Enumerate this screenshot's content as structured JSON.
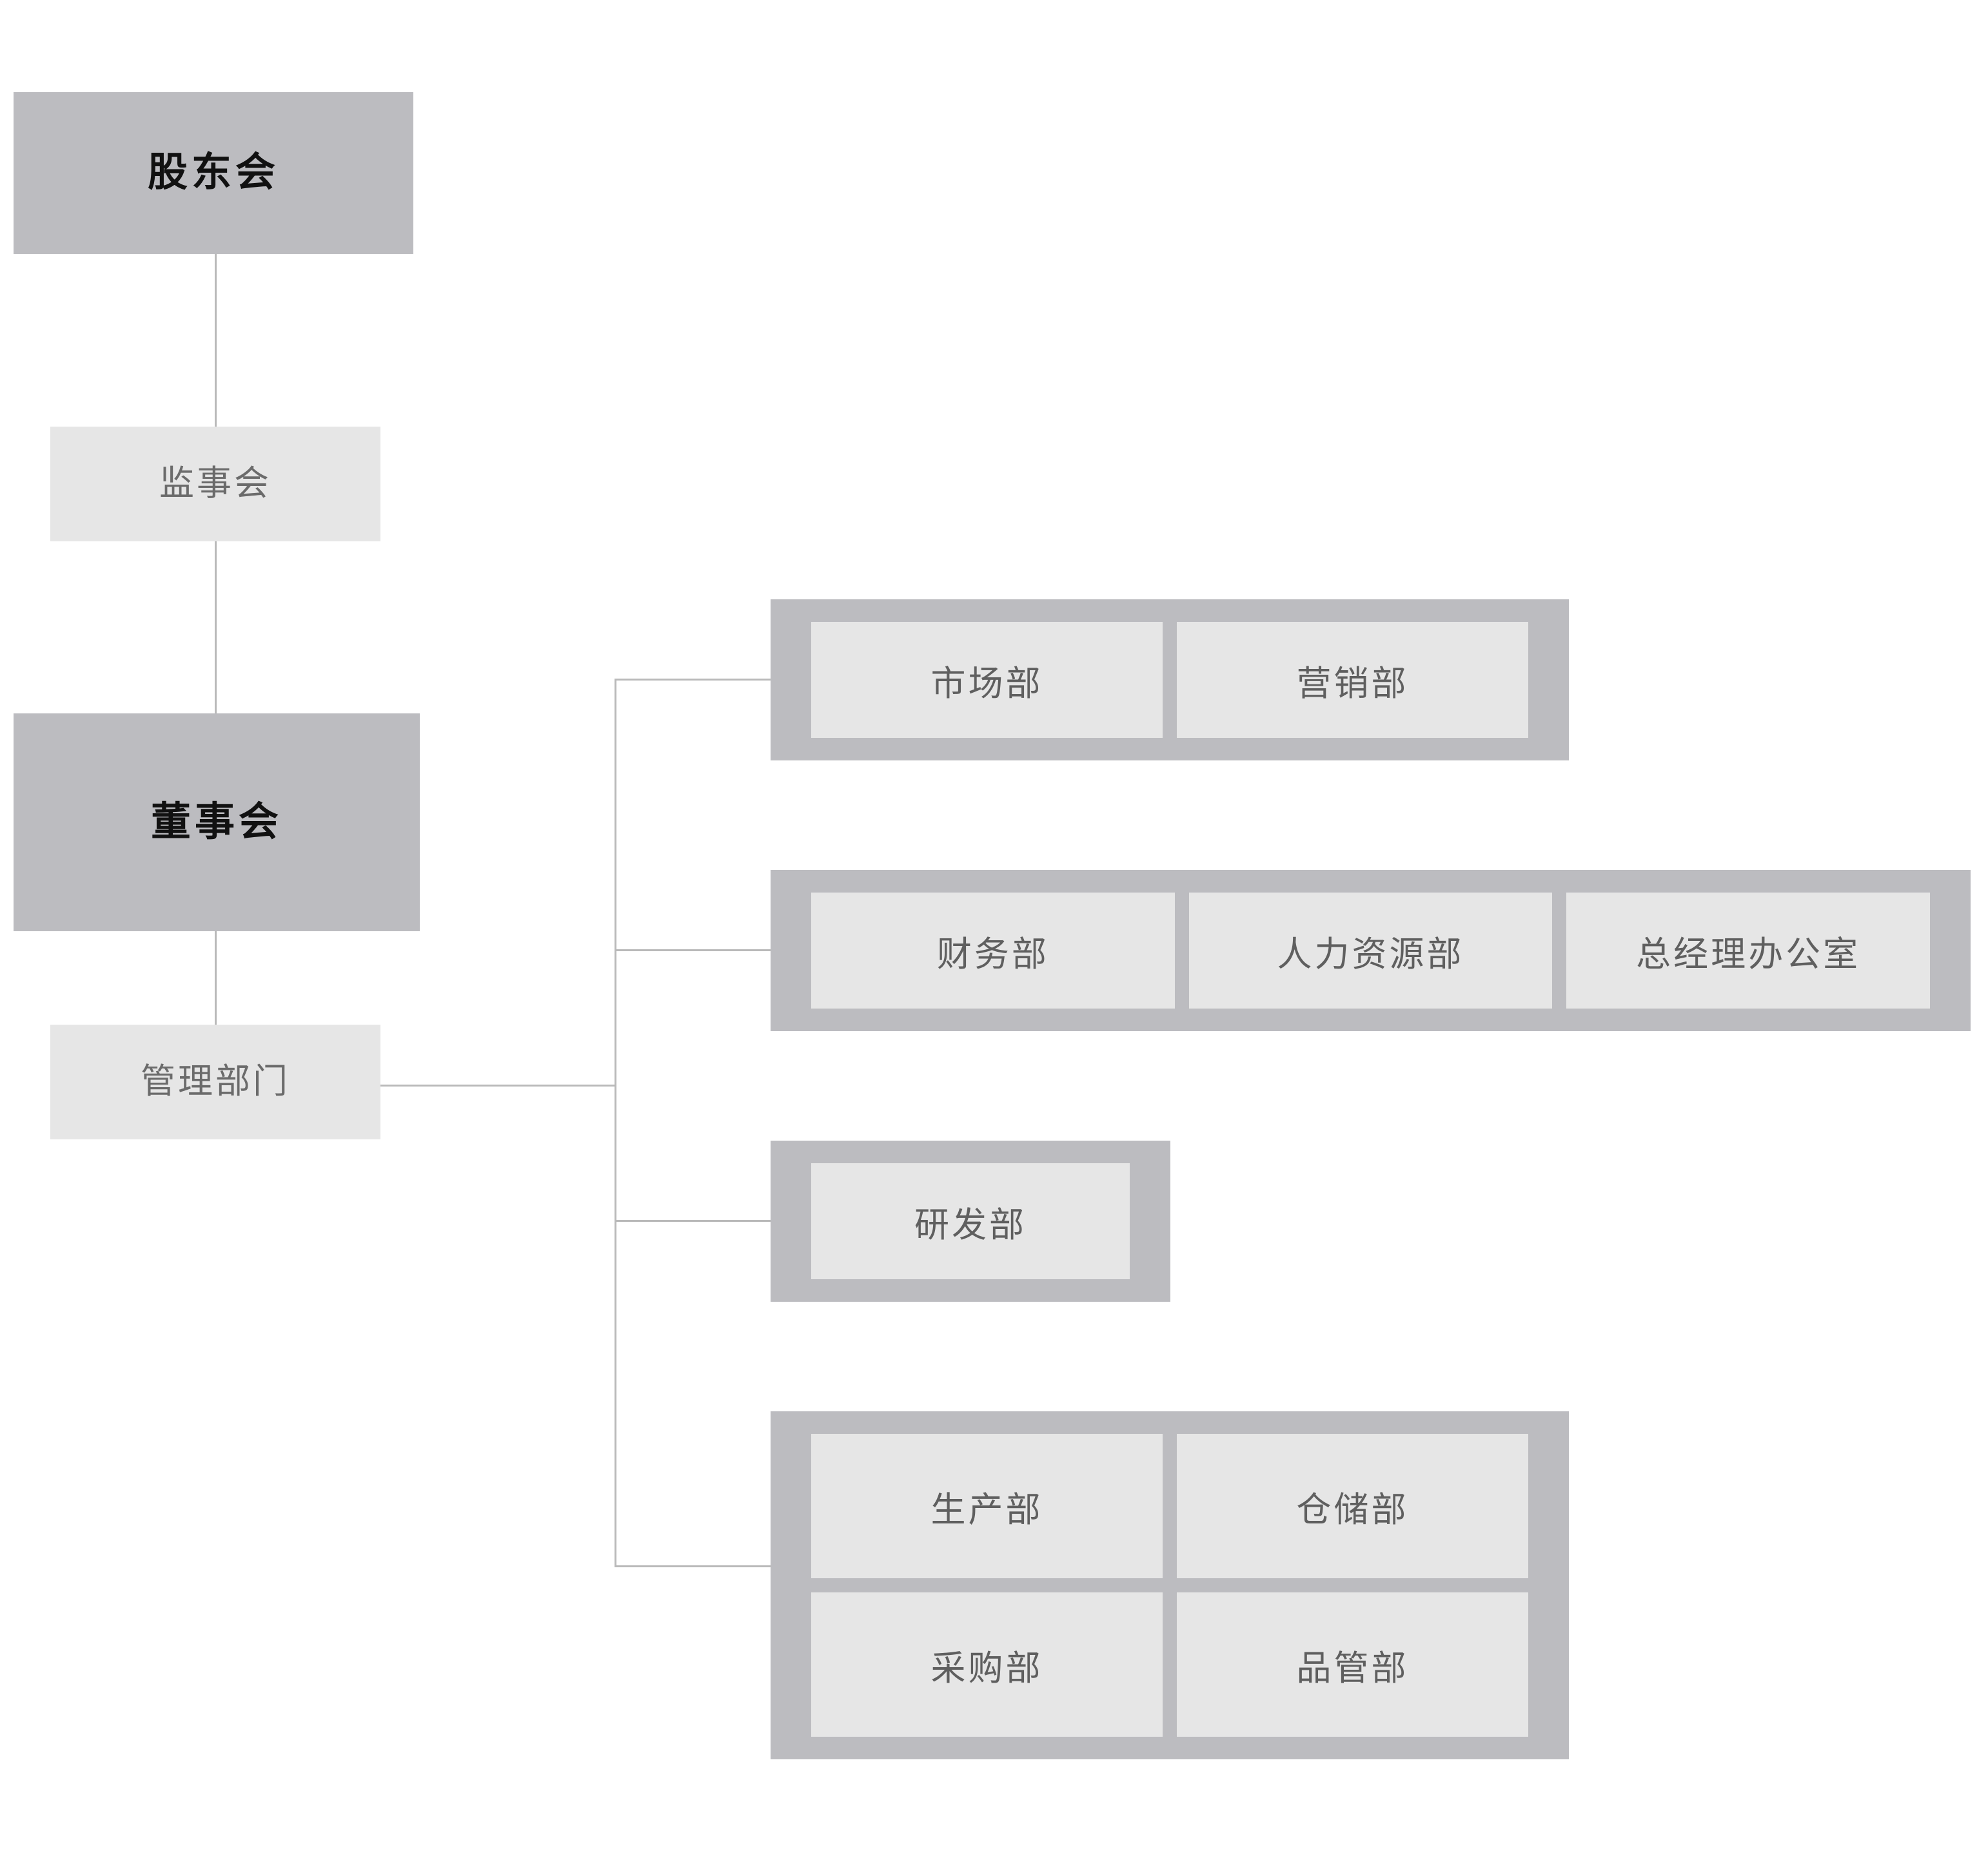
{
  "chart_title": "",
  "colors": {
    "node_strong_bg": "#bcbcc0",
    "node_light_bg": "#e6e6e6",
    "group_frame_bg": "#bcbcc0",
    "cell_bg": "#e6e6e6",
    "connector": "#b9b9b9",
    "text_dark": "#111111",
    "text_muted": "#5f5f5f",
    "page_bg": "#ffffff"
  },
  "spine": {
    "shareholders": {
      "label": "股东会",
      "emphasis": "strong"
    },
    "supervisors": {
      "label": "监事会",
      "emphasis": "light"
    },
    "board": {
      "label": "董事会",
      "emphasis": "strong"
    },
    "management": {
      "label": "管理部门",
      "emphasis": "light"
    }
  },
  "groups": [
    {
      "id": "marketing",
      "cells": [
        {
          "label": "市场部"
        },
        {
          "label": "营销部"
        }
      ]
    },
    {
      "id": "admin",
      "cells": [
        {
          "label": "财务部"
        },
        {
          "label": "人力资源部"
        },
        {
          "label": "总经理办公室"
        }
      ]
    },
    {
      "id": "rnd",
      "cells": [
        {
          "label": "研发部"
        }
      ]
    },
    {
      "id": "operations",
      "cells": [
        {
          "label": "生产部"
        },
        {
          "label": "仓储部"
        },
        {
          "label": "采购部"
        },
        {
          "label": "品管部"
        }
      ]
    }
  ]
}
